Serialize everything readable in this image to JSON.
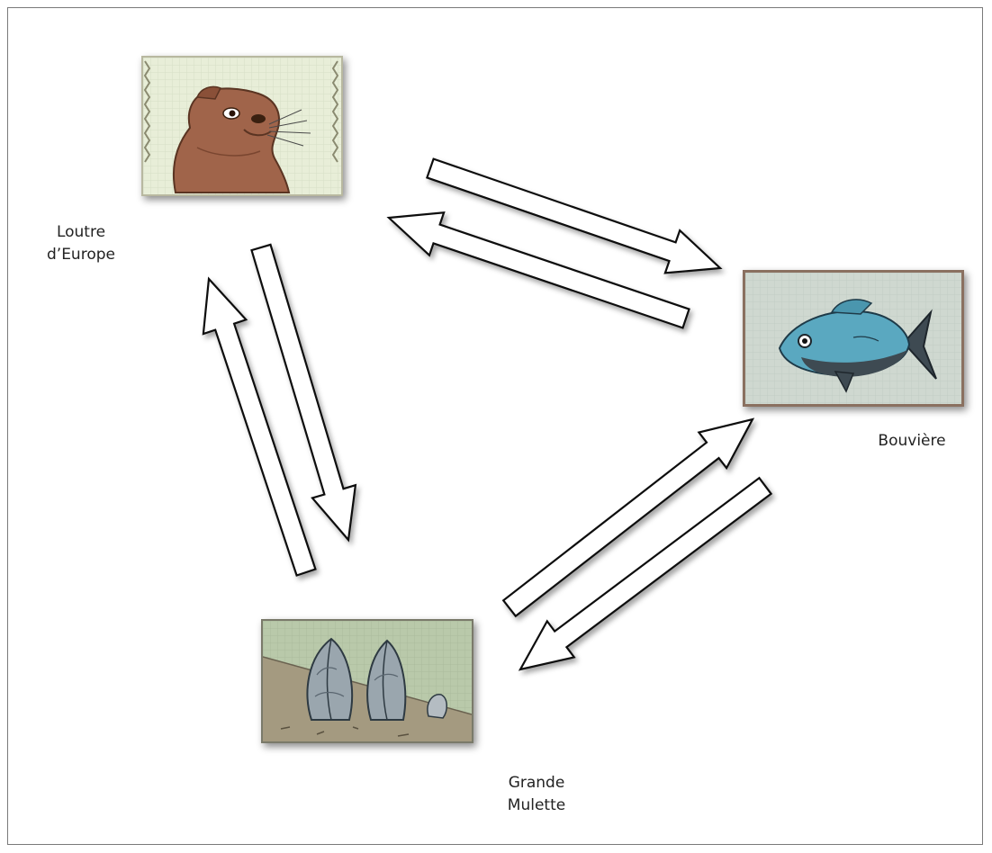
{
  "nodes": {
    "otter": {
      "label_line1": "Loutre",
      "label_line2": "d’Europe"
    },
    "bitterling": {
      "label": "Bouvière"
    },
    "mussel": {
      "label_line1": "Grande",
      "label_line2": "Mulette"
    }
  },
  "links": [
    {
      "from": "otter",
      "to": "bitterling"
    },
    {
      "from": "bitterling",
      "to": "otter"
    },
    {
      "from": "otter",
      "to": "mussel"
    },
    {
      "from": "mussel",
      "to": "otter"
    },
    {
      "from": "mussel",
      "to": "bitterling"
    },
    {
      "from": "bitterling",
      "to": "mussel"
    }
  ],
  "colors": {
    "otter_bg": "#e8eed8",
    "otter_fur": "#a0644a",
    "fish_bg": "#cfd8d0",
    "fish_body": "#5aa8c0",
    "mussel_bg": "#b9c9aa",
    "mussel_shell": "#9aa6ae",
    "arrow_fill": "#ffffff",
    "arrow_stroke": "#111111"
  }
}
